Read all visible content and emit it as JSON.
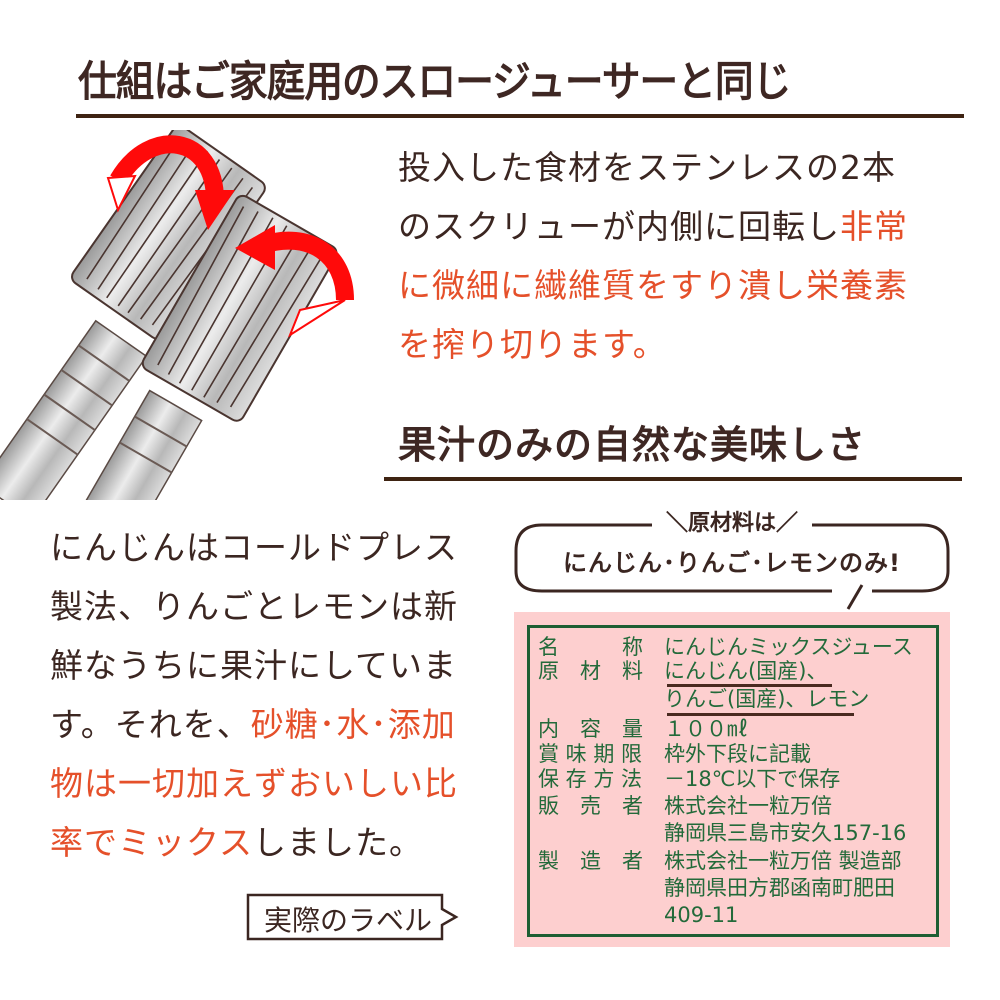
{
  "section1": {
    "title": "仕組はご家庭用のスロージューサーと同じ",
    "paragraph_lines": [
      [
        {
          "text": "投入した食材をステンレスの2本",
          "highlight": false
        }
      ],
      [
        {
          "text": "のスクリューが内側に回転し",
          "highlight": false
        },
        {
          "text": "非常",
          "highlight": true
        }
      ],
      [
        {
          "text": "に微細に繊維質をすり潰し栄養素",
          "highlight": true
        }
      ],
      [
        {
          "text": "を搾り切ります。",
          "highlight": true
        }
      ]
    ],
    "illustration": "twin-stainless-screws-rotating-inward",
    "arrow_color": "#ff0a0a"
  },
  "section2": {
    "title": "果汁のみの自然な美味しさ",
    "paragraph_lines": [
      [
        {
          "text": "にんじんはコールドプレス",
          "highlight": false
        }
      ],
      [
        {
          "text": "製法、りんごとレモンは新",
          "highlight": false
        }
      ],
      [
        {
          "text": "鮮なうちに果汁にしていま",
          "highlight": false
        }
      ],
      [
        {
          "text": "す。それを、",
          "highlight": false
        },
        {
          "text": "砂糖･水･添加",
          "highlight": true
        }
      ],
      [
        {
          "text": "物は一切加えずおいしい比",
          "highlight": true
        }
      ],
      [
        {
          "text": "率でミックス",
          "highlight": true
        },
        {
          "text": "しました。",
          "highlight": false
        }
      ]
    ],
    "bubble": {
      "title": "＼原材料は／",
      "text": "にんじん･りんご･レモンのみ!"
    },
    "tag": "実際のラベル"
  },
  "label": {
    "rows": [
      {
        "key": "名　　　称",
        "value": "にんじんミックスジュース"
      },
      {
        "key": "原　材　料",
        "value": "にんじん(国産)、"
      },
      {
        "key": "",
        "value": "りんご(国産)、レモン"
      },
      {
        "key": "内　容　量",
        "value": "１００㎖"
      },
      {
        "key": "賞 味 期 限",
        "value": "枠外下段に記載"
      },
      {
        "key": "保 存 方 法",
        "value": "－18℃以下で保存"
      },
      {
        "key": "販　売　者",
        "value": "株式会社一粒万倍"
      },
      {
        "key": "",
        "value": "静岡県三島市安久157-16"
      },
      {
        "key": "製　造　者",
        "value": "株式会社一粒万倍 製造部"
      },
      {
        "key": "",
        "value": "静岡県田方郡函南町肥田"
      },
      {
        "key": "",
        "value": "409-11"
      }
    ]
  },
  "colors": {
    "text": "#3b2621",
    "highlight": "#e5502a",
    "rule": "#3e2312",
    "label_bg": "#fdcfcf",
    "label_text": "#236a3a",
    "label_border": "#1d5e33"
  }
}
